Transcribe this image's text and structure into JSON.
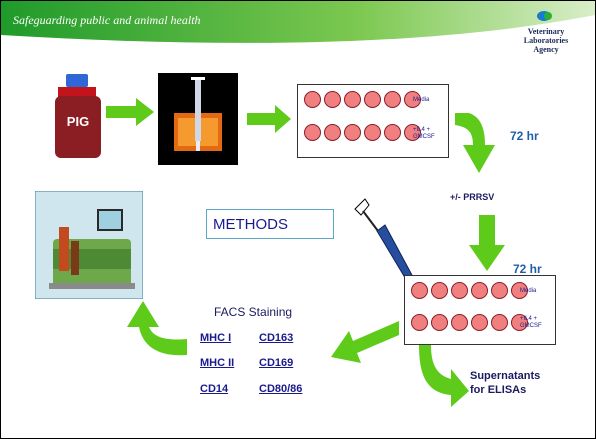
{
  "header": {
    "tagline": "Safeguarding public and animal health",
    "logo_text": "Veterinary\nLaboratories\nAgency"
  },
  "pig_bottle": {
    "label": "PIG"
  },
  "plate_top": {
    "row1_label": "Media",
    "row2_label": "+IL4 +\nGMCSF"
  },
  "plate_bottom": {
    "row1_label": "Media",
    "row2_label": "+IL4 +\nGMCSF"
  },
  "time_top": "72 hr",
  "prrsv": "+/- PRRSV",
  "time_bottom": "72 hr",
  "methods_label": "METHODS",
  "facs": {
    "title": "FACS Staining",
    "markers": [
      "MHC I",
      "CD163",
      "MHC II",
      "CD169",
      "CD14",
      "CD80/86"
    ]
  },
  "supernatants": "Supernatants\nfor ELISAs",
  "colors": {
    "arrow_green": "#5ecb1a",
    "well_fill": "#f08080",
    "banner_green": "#3fae2a"
  }
}
